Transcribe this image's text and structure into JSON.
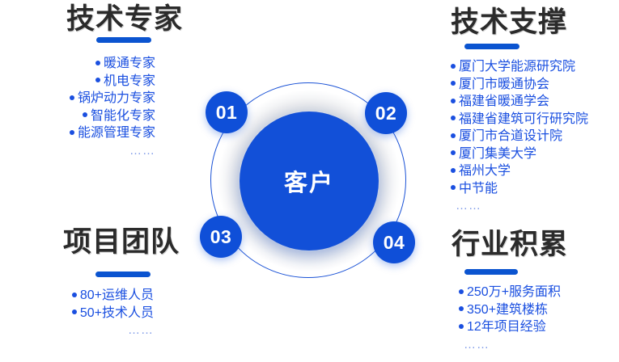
{
  "center": {
    "label": "客户",
    "nodes": [
      {
        "number": "01"
      },
      {
        "number": "02"
      },
      {
        "number": "03"
      },
      {
        "number": "04"
      }
    ]
  },
  "sections": {
    "tech_experts": {
      "title": "技术专家",
      "items": [
        "暖通专家",
        "机电专家",
        "锅炉动力专家",
        "智能化专家",
        "能源管理专家"
      ],
      "ellipsis": "……"
    },
    "tech_support": {
      "title": "技术支撑",
      "items": [
        "厦门大学能源研究院",
        "厦门市暖通协会",
        "福建省暖通学会",
        "福建省建筑可行研究院",
        "厦门市合道设计院",
        "厦门集美大学",
        "福州大学",
        "中节能"
      ],
      "ellipsis": "……"
    },
    "project_team": {
      "title": "项目团队",
      "items": [
        "80+运维人员",
        "50+技术人员"
      ],
      "ellipsis": "……"
    },
    "industry_experience": {
      "title": "行业积累",
      "items": [
        "250万+服务面积",
        "350+建筑楼栋",
        "12年项目经验"
      ],
      "ellipsis": "……"
    }
  },
  "colors": {
    "primary_blue": "#1250d8",
    "rule_blue": "#0b54d0",
    "text_blue": "#1a4fe0",
    "heading_dark": "#2b2b2b",
    "halo_gray": "#c4c7cd"
  }
}
